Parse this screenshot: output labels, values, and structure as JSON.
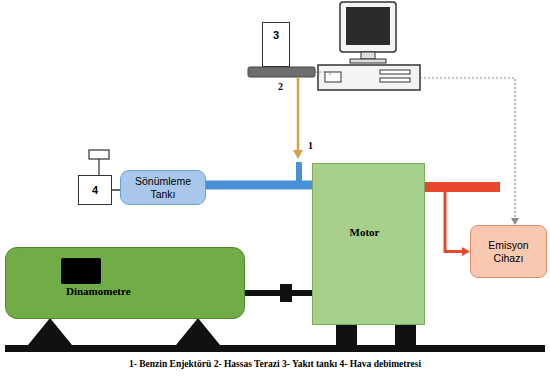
{
  "diagram": {
    "caption": "1- Benzin Enjektörü 2- Hassas Terazi 3- Yakıt tankı 4- Hava debimetresi",
    "nodes": [
      {
        "text": [
          "3"
        ]
      },
      {
        "text": [
          "4"
        ]
      },
      {
        "text": [
          "Sönümleme Tankı"
        ]
      },
      {
        "text": [
          "Motor"
        ]
      },
      {
        "text": [
          "Emisyon Cihazı"
        ]
      },
      {
        "text": [
          "Dinamometre"
        ]
      }
    ],
    "edges": [
      {
        "from": 1,
        "to": 2,
        "arrow": "none"
      },
      {
        "from": 2,
        "to": 3,
        "arrow": "none"
      },
      {
        "from": 3,
        "to": 4,
        "arrow": "to"
      },
      {
        "from": 5,
        "to": 3,
        "arrow": "none"
      }
    ],
    "labels": [
      "1",
      "2"
    ]
  }
}
